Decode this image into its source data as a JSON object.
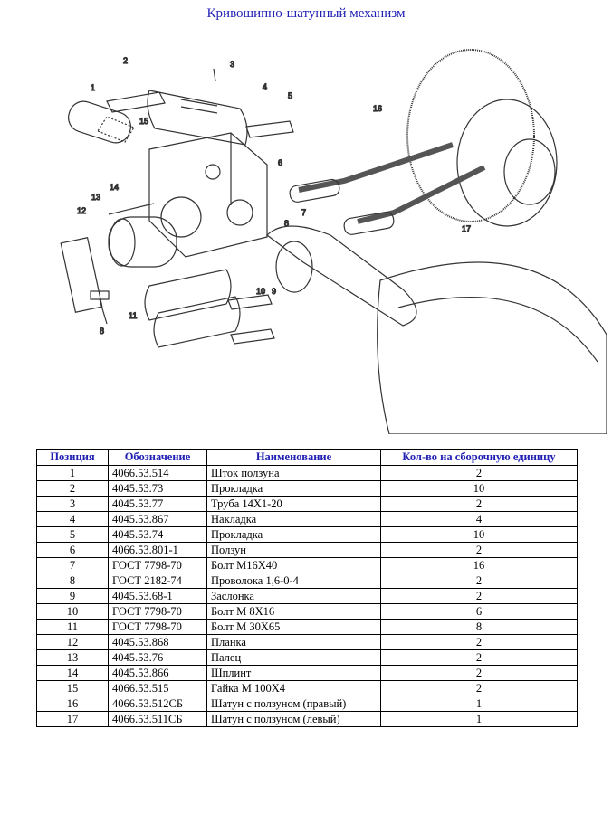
{
  "page": {
    "title": "Кривошипно-шатунный механизм"
  },
  "figure": {
    "callouts": [
      "1",
      "2",
      "3",
      "4",
      "5",
      "6",
      "7",
      "8",
      "15",
      "14",
      "13",
      "12",
      "11",
      "8",
      "10",
      "9",
      "16",
      "17"
    ]
  },
  "table": {
    "headers": [
      "Позиция",
      "Обозначение",
      "Наименование",
      "Кол-во на сборочную единицу"
    ],
    "rows": [
      [
        "1",
        "4066.53.514",
        "Шток ползуна",
        "2"
      ],
      [
        "2",
        "4045.53.73",
        "Прокладка",
        "10"
      ],
      [
        "3",
        "4045.53.77",
        "Труба 14Х1-20",
        "2"
      ],
      [
        "4",
        "4045.53.867",
        "Накладка",
        "4"
      ],
      [
        "5",
        "4045.53.74",
        "Прокладка",
        "10"
      ],
      [
        "6",
        "4066.53.801-1",
        "Ползун",
        "2"
      ],
      [
        "7",
        "ГОСТ 7798-70",
        "Болт М16Х40",
        "16"
      ],
      [
        "8",
        "ГОСТ 2182-74",
        "Проволока 1,6-0-4",
        "2"
      ],
      [
        "9",
        "4045.53.68-1",
        "Заслонка",
        "2"
      ],
      [
        "10",
        "ГОСТ 7798-70",
        "Болт М 8Х16",
        "6"
      ],
      [
        "11",
        "ГОСТ 7798-70",
        "Болт М 30Х65",
        "8"
      ],
      [
        "12",
        "4045.53.868",
        "Планка",
        "2"
      ],
      [
        "13",
        "4045.53.76",
        "Палец",
        "2"
      ],
      [
        "14",
        "4045.53.866",
        "Шплинт",
        "2"
      ],
      [
        "15",
        "4066.53.515",
        "Гайка М 100Х4",
        "2"
      ],
      [
        "16",
        "4066.53.512СБ",
        "Шатун с ползуном (правый)",
        "1"
      ],
      [
        "17",
        "4066.53.511СБ",
        "Шатун с ползуном (левый)",
        "1"
      ]
    ]
  }
}
